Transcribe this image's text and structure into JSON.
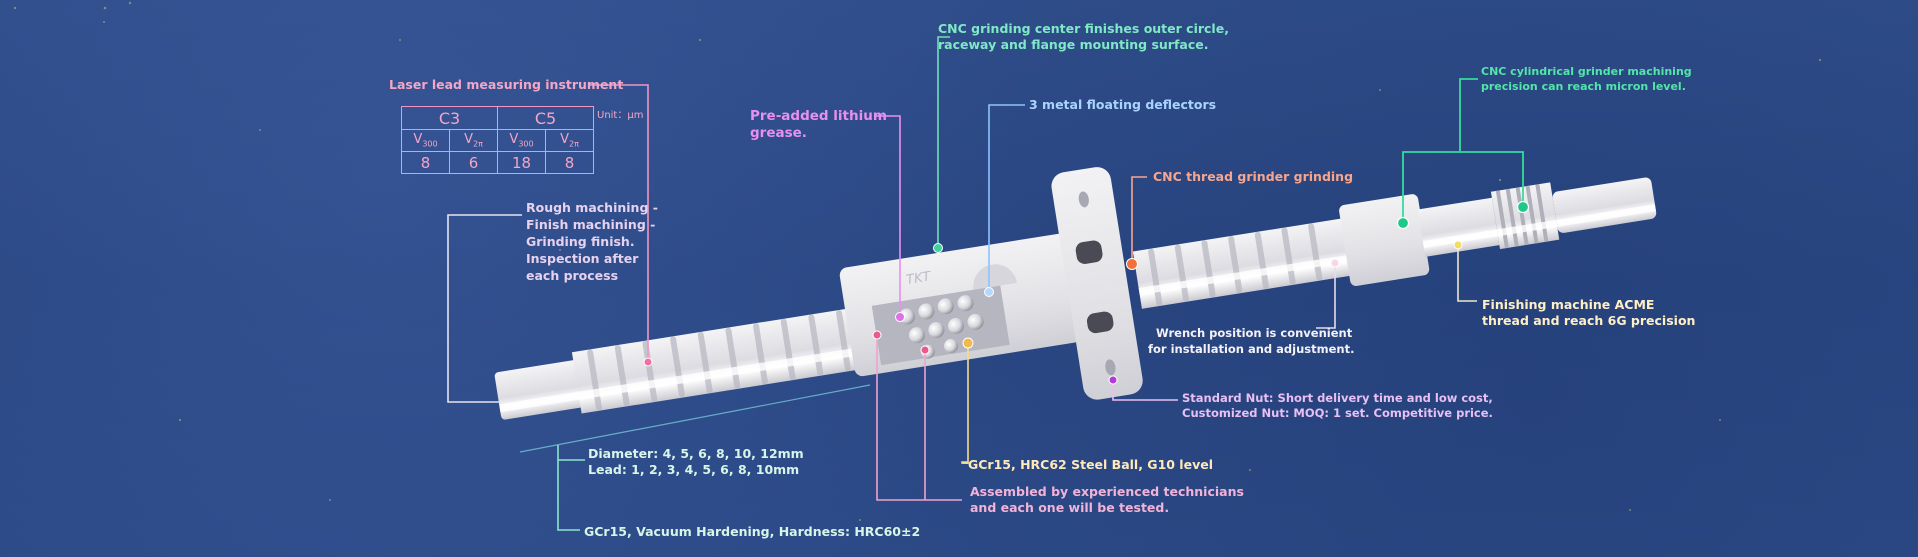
{
  "diagram": {
    "title": "Ball screw feature callouts",
    "background_color": "#2c4a86",
    "product": "Ball screw with flanged nut, cut-away showing steel balls"
  },
  "lead_table": {
    "title": "Laser lead measuring instrument",
    "unit": "Unit：μm",
    "groups": [
      "C3",
      "C5"
    ],
    "columns": [
      {
        "symbol": "V",
        "sub": "300"
      },
      {
        "symbol": "V",
        "sub": "2π"
      },
      {
        "symbol": "V",
        "sub": "300"
      },
      {
        "symbol": "V",
        "sub": "2π"
      }
    ],
    "values": [
      "8",
      "6",
      "18",
      "8"
    ]
  },
  "callouts": {
    "process": [
      "Rough machining -",
      "Finish machining -",
      "Grinding finish.",
      "Inspection after",
      "each process"
    ],
    "grease": [
      "Pre-added lithium",
      "grease."
    ],
    "cnc_center": [
      "CNC grinding center finishes outer circle,",
      "raceway and flange mounting surface."
    ],
    "deflectors": "3 metal floating deflectors",
    "thread_grinder": "CNC thread grinder grinding",
    "cylindrical": [
      "CNC cylindrical grinder machining",
      "precision can reach micron level."
    ],
    "acme": [
      "Finishing machine ACME",
      "thread and reach 6G precision"
    ],
    "wrench": [
      "Wrench position is convenient",
      "for installation and adjustment."
    ],
    "nut": [
      "Standard Nut: Short delivery time and low cost,",
      "Customized Nut: MOQ: 1 set. Competitive price."
    ],
    "specs": [
      "Diameter: 4, 5, 6, 8, 10, 12mm",
      "Lead: 1, 2, 3, 4, 5, 6, 8, 10mm"
    ],
    "material": "GCr15, Vacuum Hardening, Hardness: HRC60±2",
    "steel_ball": "GCr15, HRC62 Steel Ball, G10 level",
    "assembled": [
      "Assembled by experienced technicians",
      "and each one will be tested."
    ]
  },
  "colors": {
    "pink": "#f096c2",
    "magenta": "#e88ff0",
    "mint": "#6fe0b8",
    "sky": "#8cc4ff",
    "orange": "#f2703a",
    "green": "#2fd594",
    "yellow": "#f3dc62",
    "white_line": "#e7e3ef",
    "purple_dot": "#b23ad6"
  }
}
